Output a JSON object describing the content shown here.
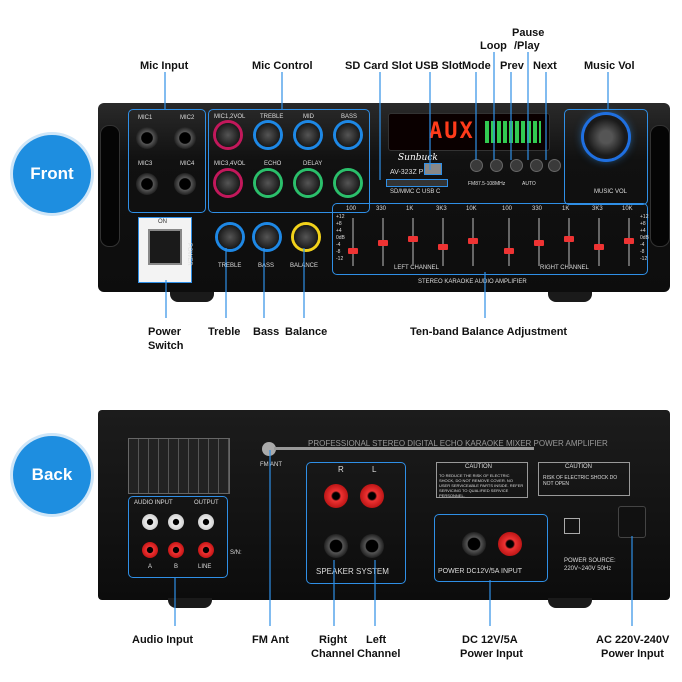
{
  "badges": {
    "front": "Front",
    "back": "Back"
  },
  "front_labels": {
    "mic_input": "Mic Input",
    "mic_control": "Mic Control",
    "sd_usb": "SD Card Slot USB Slot",
    "mode": "Mode",
    "loop": "Loop",
    "prev": "Prev",
    "pause_play_1": "Pause",
    "pause_play_2": "/Play",
    "next": "Next",
    "music_vol": "Music Vol",
    "power_switch_1": "Power",
    "power_switch_2": "Switch",
    "treble": "Treble",
    "bass": "Bass",
    "balance": "Balance",
    "ten_band": "Ten-band Balance Adjustment"
  },
  "back_labels": {
    "audio_input": "Audio Input",
    "fm_ant": "FM Ant",
    "right_channel_1": "Right",
    "right_channel_2": "Channel",
    "left_channel_1": "Left",
    "left_channel_2": "Channel",
    "dc_1": "DC 12V/5A",
    "dc_2": "Power Input",
    "ac_1": "AC 220V-240V",
    "ac_2": "Power Input"
  },
  "front_panel": {
    "mic1": "MIC1",
    "mic2": "MIC2",
    "mic3": "MIC3",
    "mic4": "MIC4",
    "mic12vol": "MIC1,2VOL",
    "mic34vol": "MIC3,4VOL",
    "treble": "TREBLE",
    "mid": "MID",
    "bass": "BASS",
    "echo": "ECHO",
    "delay": "DELAY",
    "display": "AUX",
    "brand": "Sunbuck",
    "model": "AV-323Z PLUS",
    "sdmmc": "SD/MMC C",
    "usb": "USB C",
    "music_vol": "MUSIC VOL",
    "fm_range": "FM87.5-108MHz",
    "auto": "AUTO",
    "on": "ON",
    "power": "POWER",
    "knob_treble": "TREBLE",
    "knob_bass": "BASS",
    "knob_balance": "BALANCE",
    "left_channel": "LEFT CHANNEL",
    "right_channel": "RIGHT CHANNEL",
    "stereo": "STEREO KARAOKE AUDIO AMPLIFIER",
    "eq_bands": [
      "100",
      "330",
      "1K",
      "3K3",
      "10K",
      "100",
      "330",
      "1K",
      "3K3",
      "10K"
    ],
    "eq_scale": [
      "+12",
      "+8",
      "+4",
      "0dB",
      "-4",
      "-8",
      "-12"
    ]
  },
  "back_panel": {
    "title": "PROFESSIONAL STEREO DIGITAL ECHO KARAOKE MIXER POWER AMPLIFIER",
    "fm_ant": "FM ANT",
    "audio_input": "AUDIO INPUT",
    "output": "OUTPUT",
    "line": "LINE",
    "sn": "S/N:",
    "speaker_system": "SPEAKER SYSTEM",
    "power_dc": "POWER DC12V/5A INPUT",
    "caution": "CAUTION",
    "caution_text": "TO REDUCE THE RISK OF ELECTRIC SHOCK, DO NOT REMOVE COVER. NO USER SERVICEABLE PARTS INSIDE. REFER SERVICING TO QUALIFIED SERVICE PERSONNEL.",
    "caution2_text": "RISK OF ELECTRIC SHOCK DO NOT OPEN",
    "power_source": "POWER SOURCE:",
    "power_source_val": "220V~240V 50Hz",
    "r": "R",
    "l": "L",
    "a": "A",
    "b": "B"
  },
  "colors": {
    "accent": "#2f8fe6",
    "badge": "#1e8ee0",
    "display": "#ff3b1a",
    "vu": "#36e05a"
  }
}
